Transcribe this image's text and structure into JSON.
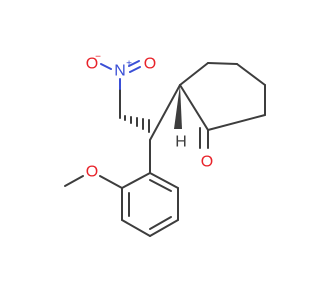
{
  "atoms": {
    "nitro_o_left": "O",
    "nitro_o_left_charge": "−",
    "nitro_n": "N",
    "nitro_n_charge": "+",
    "nitro_o_right": "O",
    "methoxy_o": "O",
    "ketone_o": "O",
    "stereo_h": "H"
  },
  "colors": {
    "bond": "#3d3d3d",
    "oxygen": "#e8232a",
    "nitrogen": "#3a4fd6"
  }
}
